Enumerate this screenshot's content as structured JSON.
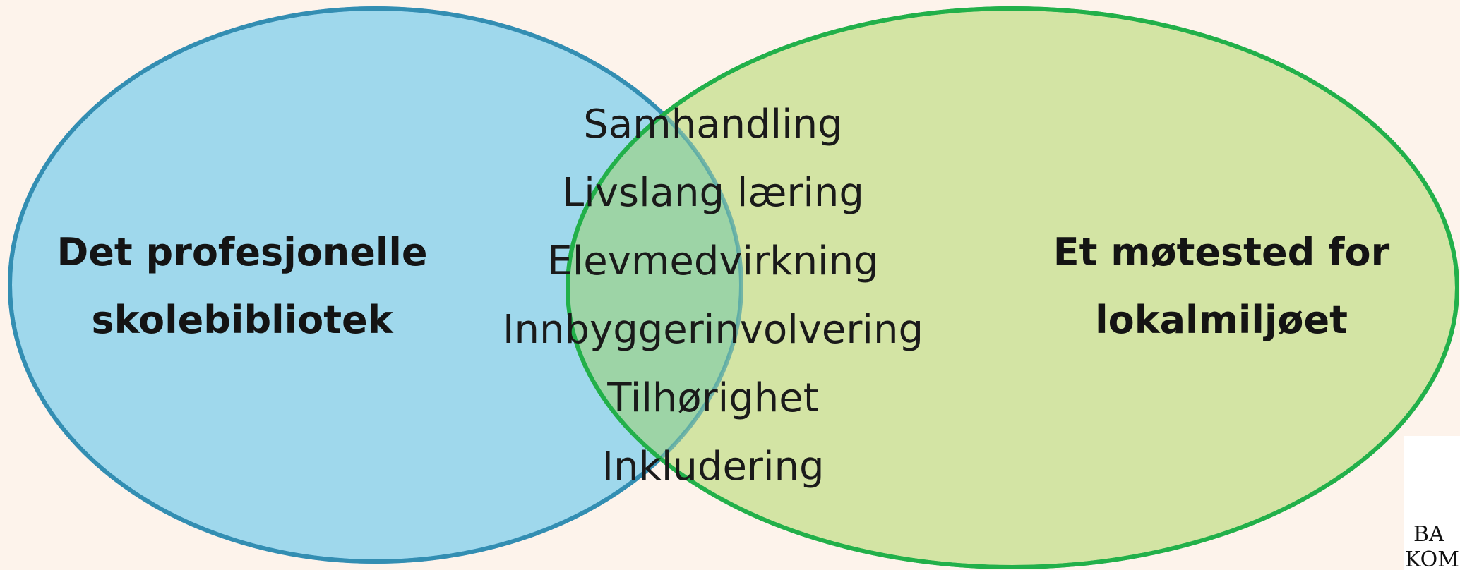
{
  "colors": {
    "background": "#fdf3eb",
    "left_fill": "#9fd8ec",
    "left_stroke": "#1f78c8",
    "right_fill": "#d3e4a4",
    "right_stroke": "#22b04a",
    "overlap_fill": "#9dd4a6"
  },
  "left_circle": {
    "label_lines": [
      "Det profesjonelle",
      "skolebibliotek"
    ]
  },
  "right_circle": {
    "label_lines": [
      "Et møtested for",
      "lokalmiljøet"
    ]
  },
  "overlap": {
    "items": [
      "Samhandling",
      "Livslang læring",
      "Elevmedvirkning",
      "Innbyggerinvolvering",
      "Tilhørighet",
      "Inkludering"
    ]
  },
  "corner_text": [
    "BA",
    "KOM"
  ]
}
